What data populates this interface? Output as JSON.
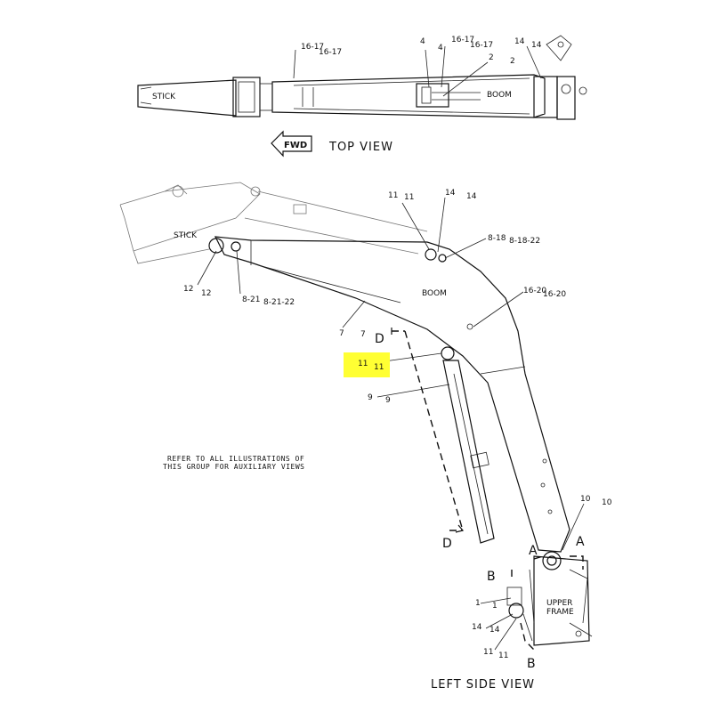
{
  "top_view": {
    "title": "TOP VIEW",
    "fwd": "FWD",
    "stick_label": "STICK",
    "boom_label": "BOOM",
    "callouts": {
      "c16_a": "16-17",
      "c16_b": "16-17",
      "c4_a": "4",
      "c4_b": "4",
      "c16_c": "16-17",
      "c16_d": "16-17",
      "c2_a": "2",
      "c2_b": "2",
      "c14_a": "14",
      "c14_b": "14"
    }
  },
  "side_view": {
    "title": "LEFT SIDE VIEW",
    "stick_label": "STICK",
    "boom_label": "BOOM",
    "upper_frame": [
      "UPPER",
      "FRAME"
    ],
    "note": [
      "REFER TO ALL ILLUSTRATIONS OF",
      "THIS GROUP FOR AUXILIARY VIEWS"
    ],
    "callouts": {
      "c11_a": "11",
      "c11_b": "11",
      "c14_a": "14",
      "c14_b": "14",
      "c8_a": "8-18",
      "c8_b": "8-18-22",
      "c12_a": "12",
      "c12_b": "12",
      "c8_c": "8-21",
      "c8_d": "8-21-22",
      "c16_a": "16-20",
      "c16_b": "16-20",
      "c7_a": "7",
      "c7_b": "7",
      "c11_c": "11",
      "c11_d": "11",
      "c9_a": "9",
      "c9_b": "9",
      "c10_a": "10",
      "c10_b": "10",
      "c1_a": "1",
      "c1_b": "1",
      "c14_c": "14",
      "c14_d": "14",
      "c11_e": "11",
      "c11_f": "11"
    },
    "sections": {
      "d_top": "D",
      "d_bottom": "D",
      "a_left": "A",
      "a_right": "A",
      "b_top": "B",
      "b_bottom": "B"
    }
  }
}
